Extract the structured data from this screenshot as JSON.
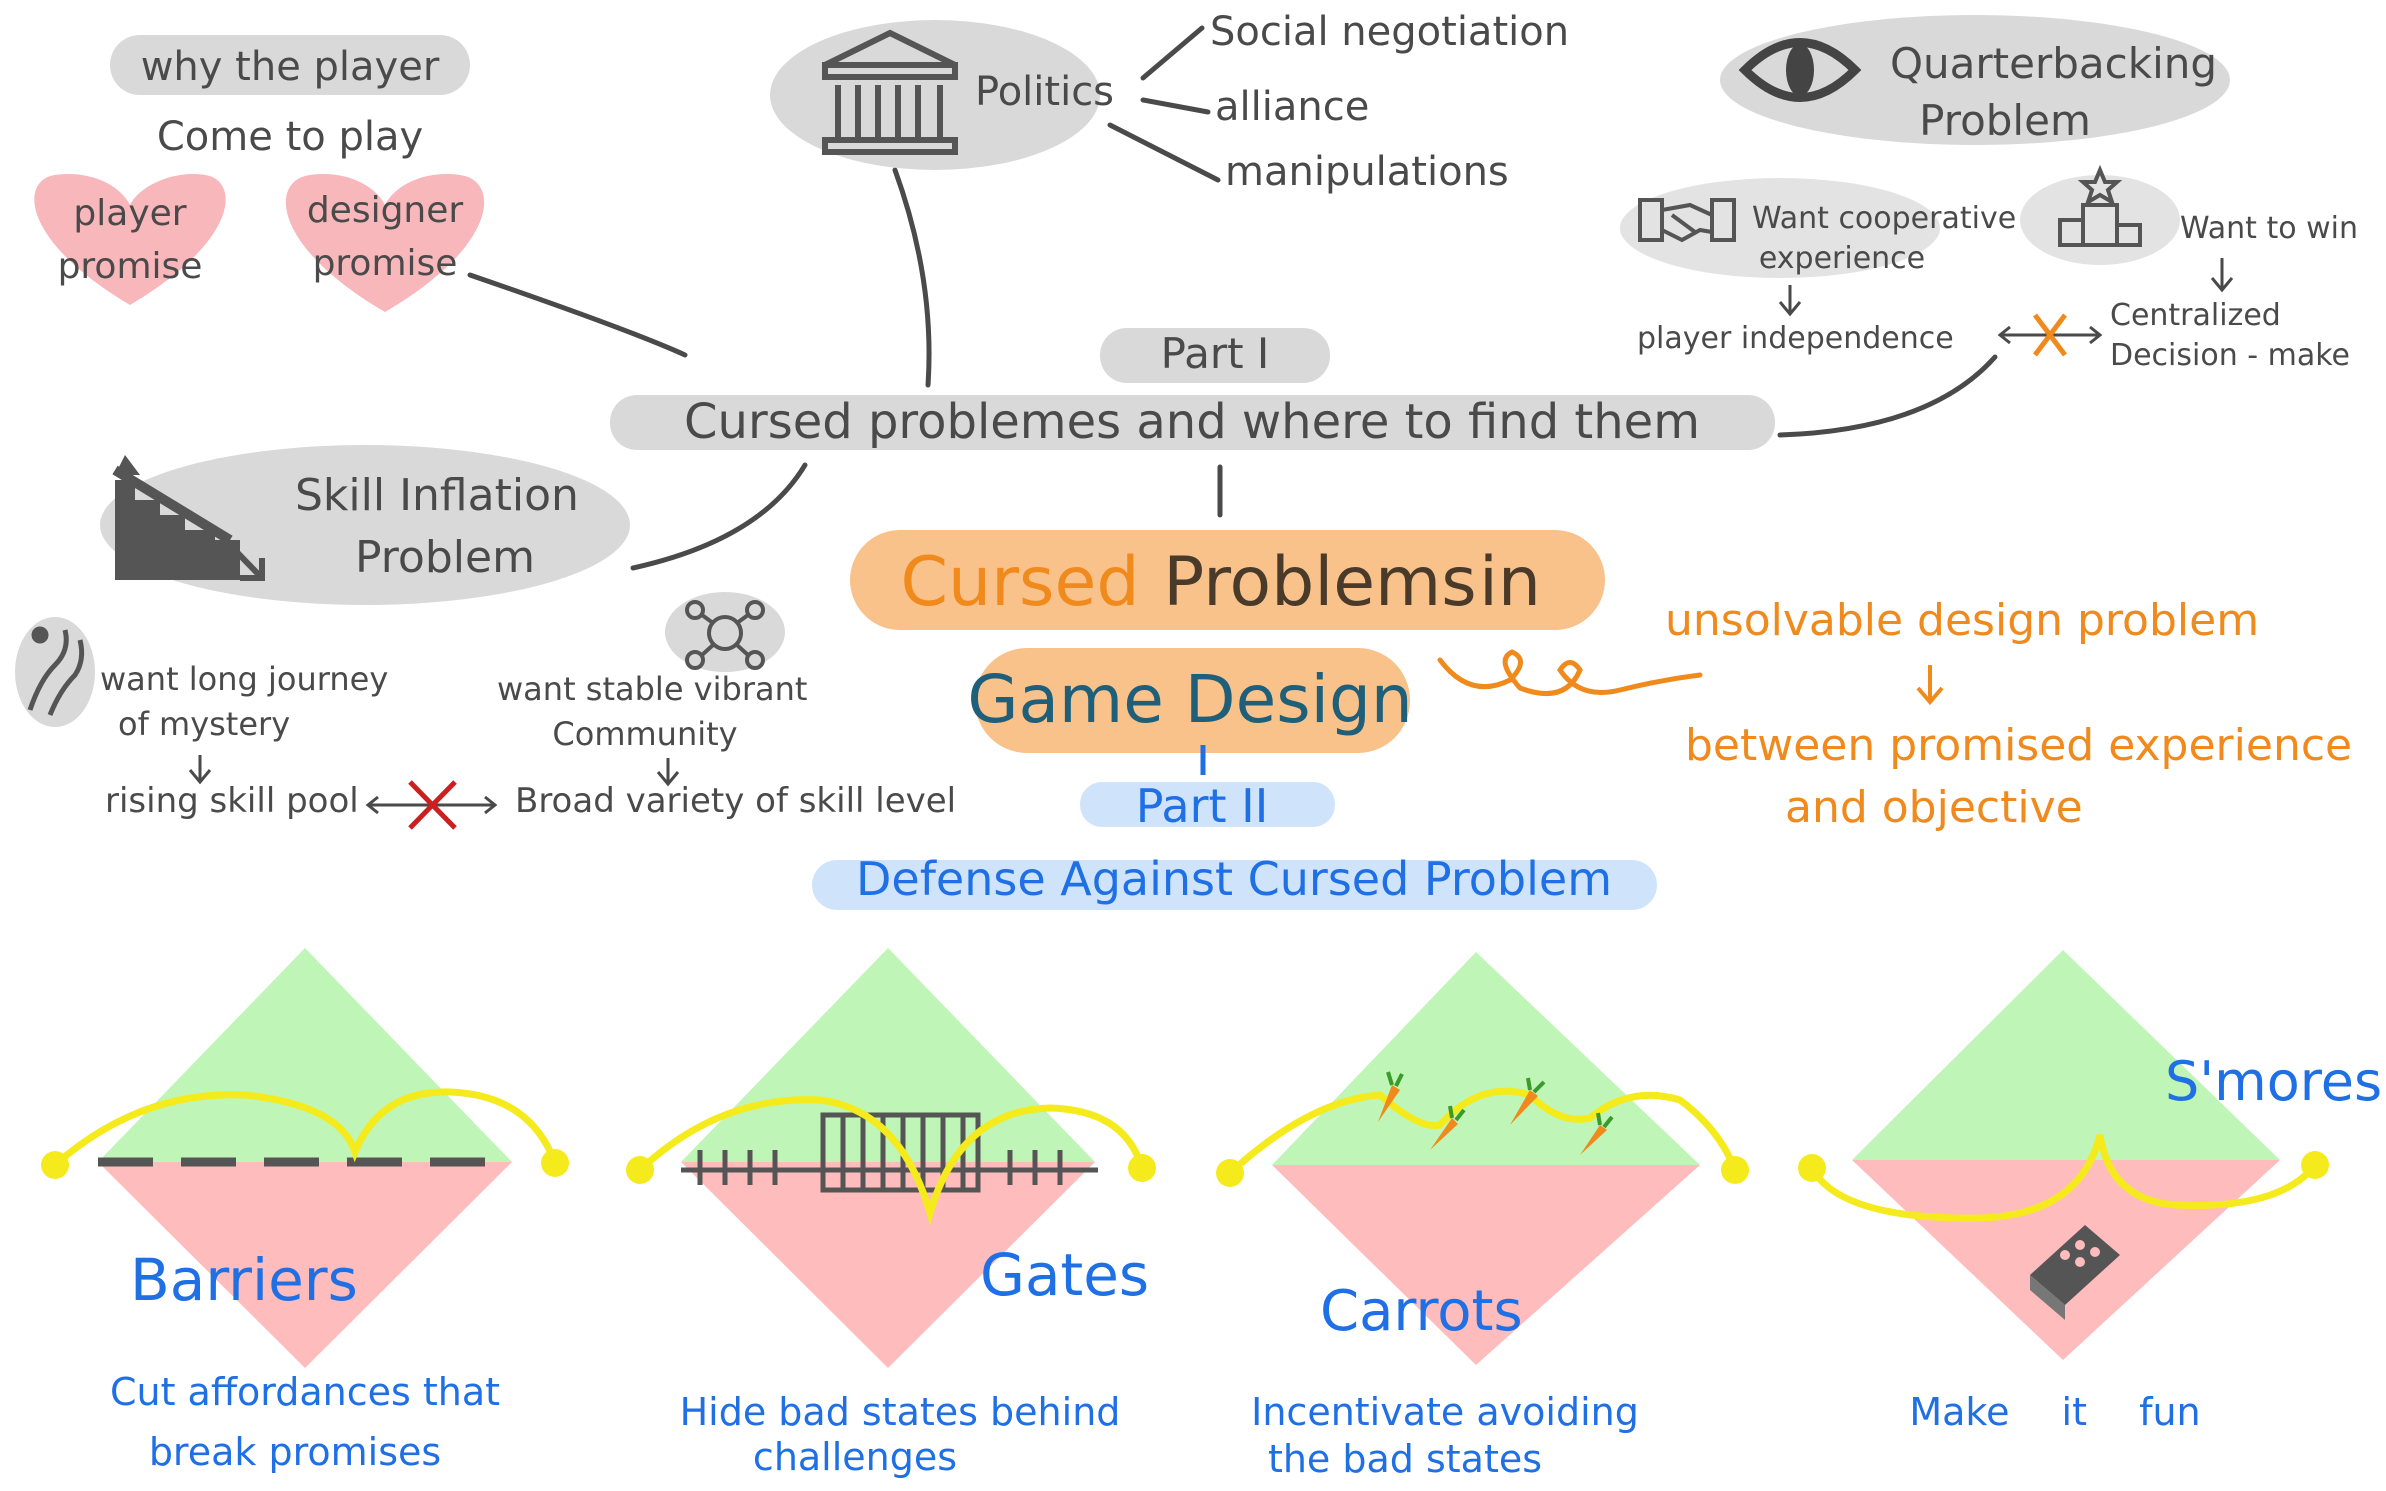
{
  "colors": {
    "gray_text": "#4a4a4a",
    "gray_blob": "#d9d9d9",
    "orange": "#f08a1c",
    "orange_blob": "#f9c28a",
    "teal": "#1f5f7a",
    "blue": "#1f6fe5",
    "blue_blob": "#cfe4fb",
    "pink_blob": "#f7b7bb",
    "green_tri": "#bff5b6",
    "red_tri": "#ffbcbc",
    "yellow": "#f5eb1c",
    "red_x": "#cc1f1f"
  },
  "top_left": {
    "line1": "why the player",
    "line2": "Come to play",
    "player_promise": [
      "player",
      "promise"
    ],
    "designer_promise": [
      "designer",
      "promise"
    ]
  },
  "politics": {
    "title": "Politics",
    "icon": "courthouse-icon",
    "items": [
      "Social negotiation",
      "alliance",
      "manipulations"
    ]
  },
  "quarterbacking": {
    "title_line1": "Quarterbacking",
    "title_line2": "Problem",
    "icon": "eye-icon",
    "coop": [
      "Want cooperative",
      "experience"
    ],
    "win": "Want to win",
    "independence": "player independence",
    "centralized": [
      "Centralized",
      "Decision - make"
    ]
  },
  "center": {
    "part1": "Part I",
    "subtitle": "Cursed problemes and where to find them",
    "title_word1": "Cursed",
    "title_word2": "Problems",
    "title_word3": "in",
    "title_line2": "Game Design",
    "part2": "Part II",
    "defense": "Defense Against Cursed Problem"
  },
  "definition": {
    "line1": "unsolvable design problem",
    "line2": "between promised experience",
    "line3": "and objective"
  },
  "skill_inflation": {
    "title_line1": "Skill Inflation",
    "title_line2": "Problem",
    "icon": "stairs-down-icon",
    "journey": [
      "want long journey",
      "of mystery"
    ],
    "community": [
      "want stable vibrant",
      "Community"
    ],
    "rising": "rising skill pool",
    "variety": "Broad variety of skill level"
  },
  "strategies": [
    {
      "name": "Barriers",
      "desc": [
        "Cut affordances that",
        "break promises"
      ]
    },
    {
      "name": "Gates",
      "desc": [
        "Hide bad states behind",
        "challenges"
      ]
    },
    {
      "name": "Carrots",
      "desc": [
        "Incentivate avoiding",
        "the bad states"
      ]
    },
    {
      "name": "S'mores",
      "desc": [
        "Make it fun"
      ]
    }
  ]
}
